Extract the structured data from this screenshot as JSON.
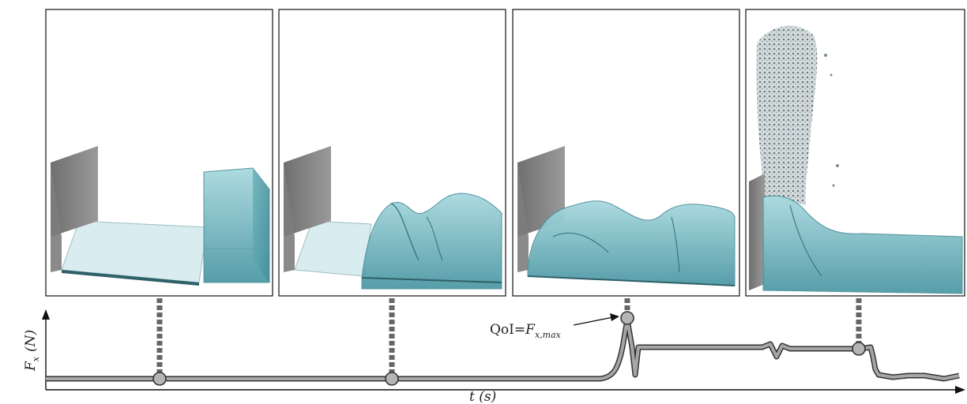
{
  "figure": {
    "panels": [
      {
        "id": "frame-1",
        "state": "initial water column at rest"
      },
      {
        "id": "frame-2",
        "state": "water column collapsing toward wall"
      },
      {
        "id": "frame-3",
        "state": "surge reaching the wall"
      },
      {
        "id": "frame-4",
        "state": "splash rising along the wall"
      }
    ],
    "graph": {
      "y_axis_label": {
        "main": "F",
        "sub": "x",
        "unit": "(N)"
      },
      "x_axis_label": "t (s)",
      "annotation": {
        "prefix": "QoI=",
        "main": "F",
        "sub": "x,max"
      }
    },
    "colors": {
      "water": "#7fc0c8",
      "water_dark": "#3d8a96",
      "wall": "#8a8a8a",
      "curve": "#9a9a9a",
      "marker_fill": "#b5b5b5",
      "frame": "#222222"
    }
  }
}
